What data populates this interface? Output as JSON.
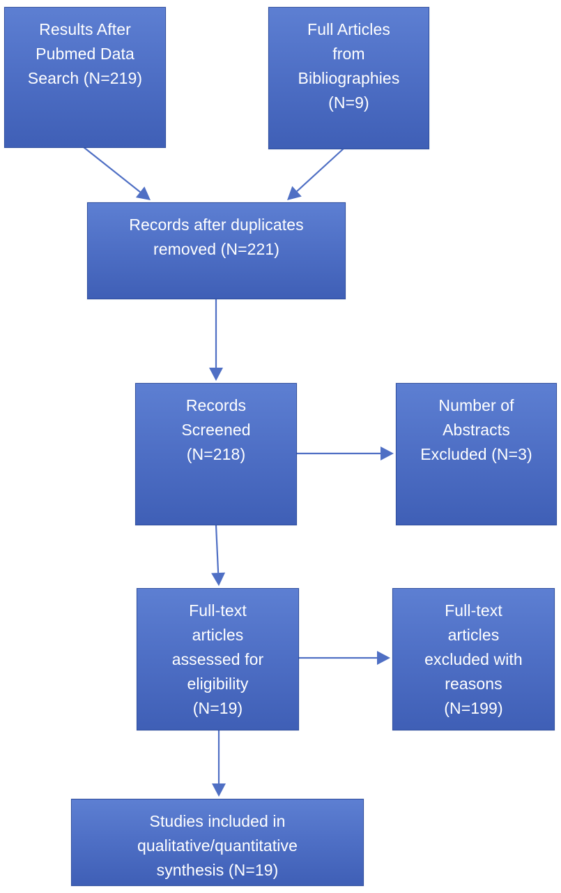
{
  "colors": {
    "box_fill": "#4f70c6",
    "box_border": "#2f4f9f",
    "box_text": "#ffffff",
    "arrow": "#4f6fc4",
    "background": "#ffffff"
  },
  "nodes": {
    "pubmed_results": "Results After\nPubmed Data\nSearch (N=219)",
    "bibliography_articles": "Full Articles\nfrom\nBibliographies\n(N=9)",
    "duplicates_removed": "Records after duplicates\nremoved (N=221)",
    "records_screened": "Records\nScreened\n(N=218)",
    "abstracts_excluded": "Number of\nAbstracts\nExcluded (N=3)",
    "fulltext_assessed": "Full-text\narticles\nassessed for\neligibility\n(N=19)",
    "fulltext_excluded": "Full-text\narticles\nexcluded with\nreasons\n(N=199)",
    "studies_included": "Studies included in\nqualitative/quantitative\nsynthesis (N=19)"
  },
  "edges": [
    {
      "from": "pubmed_results",
      "to": "duplicates_removed"
    },
    {
      "from": "bibliography_articles",
      "to": "duplicates_removed"
    },
    {
      "from": "duplicates_removed",
      "to": "records_screened"
    },
    {
      "from": "records_screened",
      "to": "abstracts_excluded"
    },
    {
      "from": "records_screened",
      "to": "fulltext_assessed"
    },
    {
      "from": "fulltext_assessed",
      "to": "fulltext_excluded"
    },
    {
      "from": "fulltext_assessed",
      "to": "studies_included"
    }
  ]
}
